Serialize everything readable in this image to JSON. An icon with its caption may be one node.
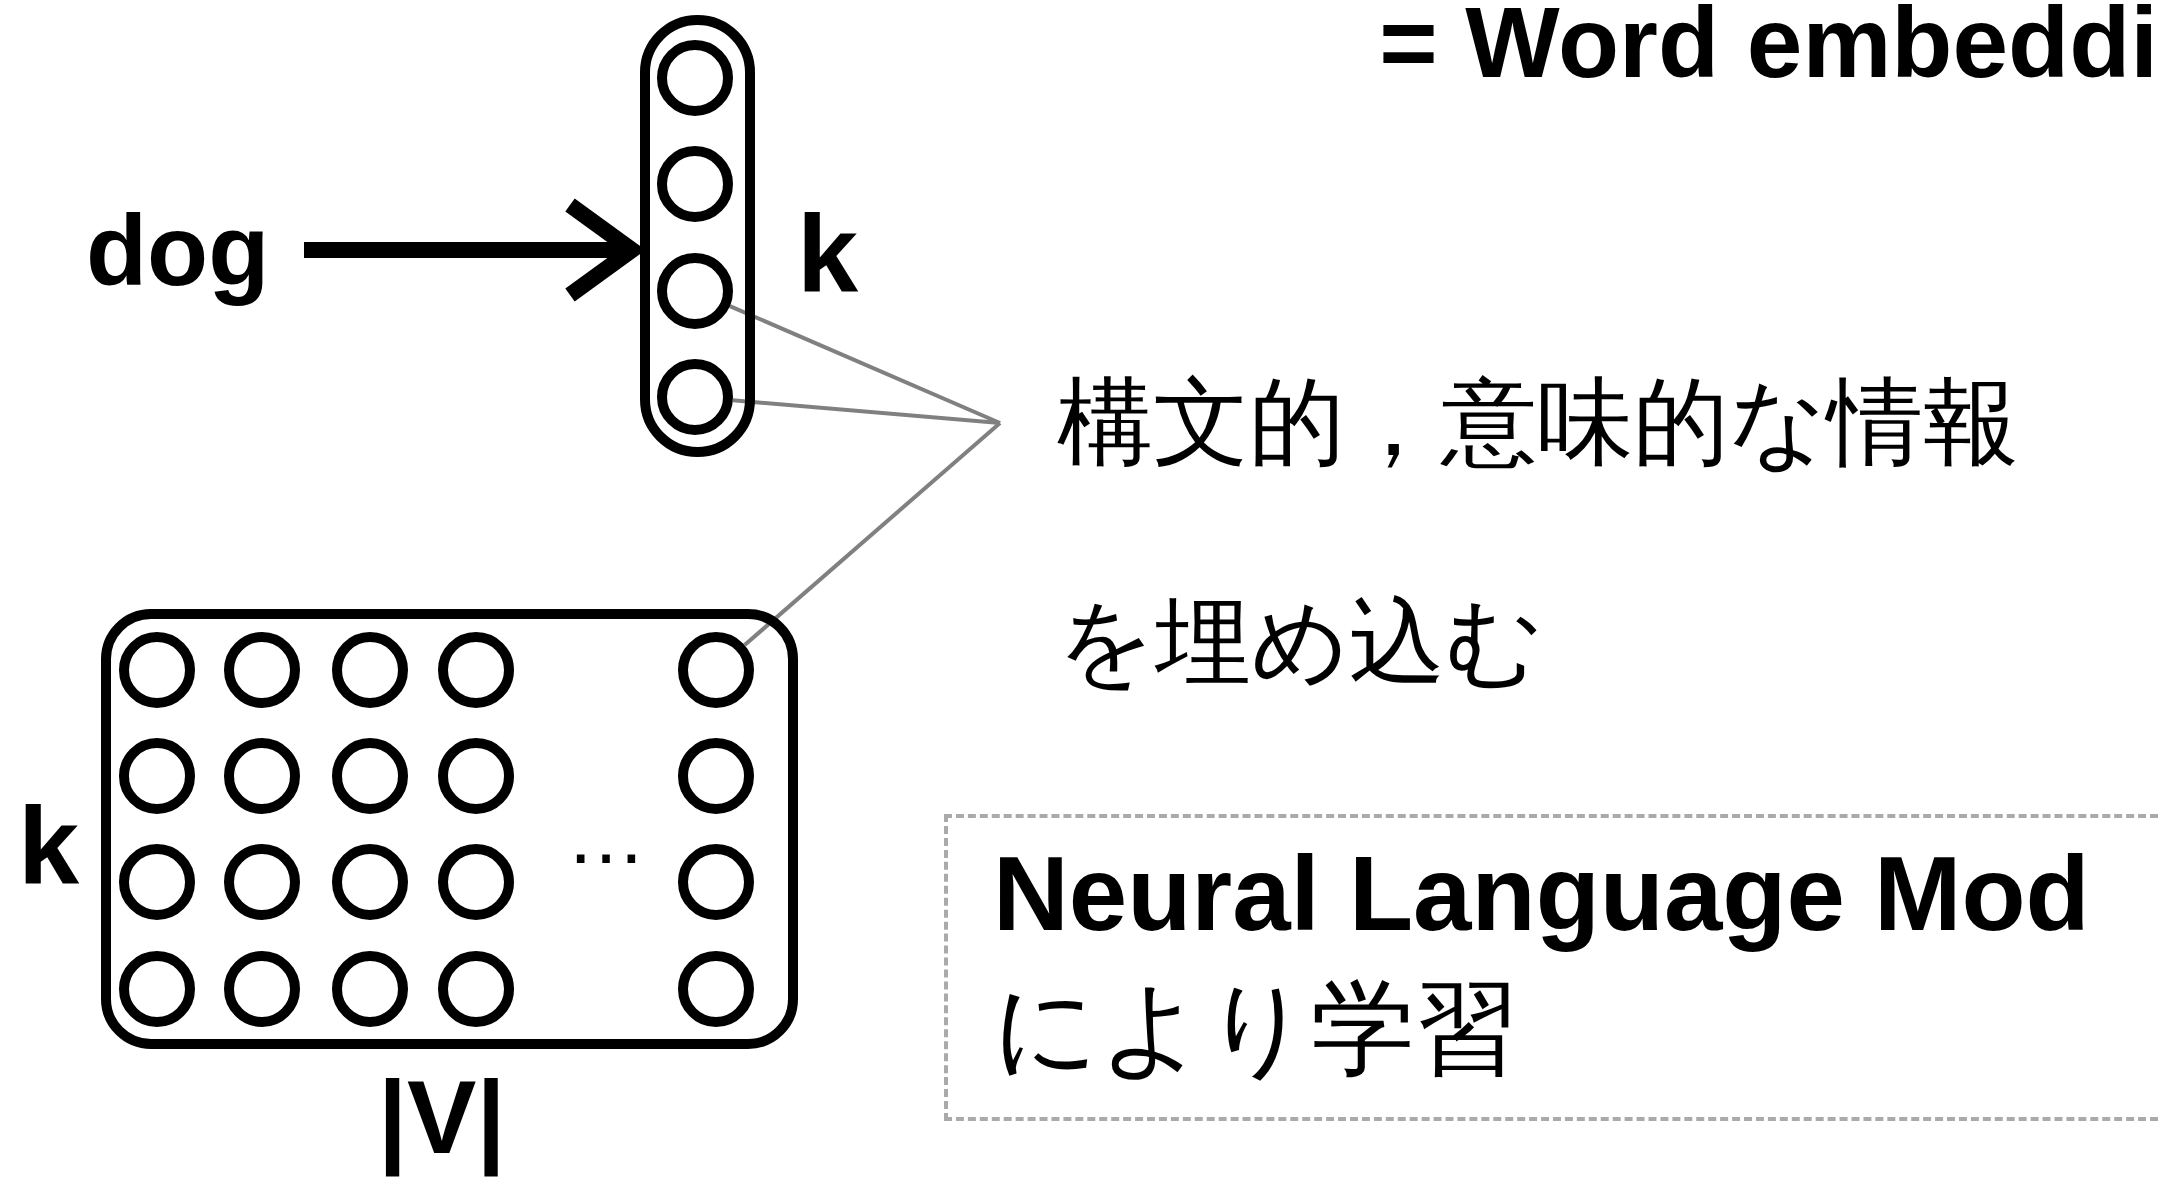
{
  "diagram": {
    "title": "= Word embeddi",
    "nodes": [
      {
        "text": [
          "dog"
        ]
      },
      {
        "text": [],
        "shape": "box"
      },
      {
        "text": [],
        "shape": "circle",
        "in": 1
      },
      {
        "text": [],
        "shape": "circle",
        "in": 1
      },
      {
        "text": [],
        "shape": "circle",
        "in": 1
      },
      {
        "text": [],
        "shape": "circle",
        "in": 1
      },
      {
        "text": [
          "構文的，意味的な情報を埋め込む"
        ]
      },
      {
        "text": [],
        "shape": "box"
      },
      {
        "text": [],
        "shape": "circle",
        "in": 7
      },
      {
        "text": [],
        "shape": "circle",
        "in": 7
      },
      {
        "text": [],
        "shape": "circle",
        "in": 7
      },
      {
        "text": [],
        "shape": "circle",
        "in": 7
      },
      {
        "text": [],
        "shape": "circle",
        "in": 7
      },
      {
        "text": [],
        "shape": "circle",
        "in": 7
      },
      {
        "text": [],
        "shape": "circle",
        "in": 7
      },
      {
        "text": [],
        "shape": "circle",
        "in": 7
      },
      {
        "text": [],
        "shape": "circle",
        "in": 7
      },
      {
        "text": [],
        "shape": "circle",
        "in": 7
      },
      {
        "text": [],
        "shape": "circle",
        "in": 7
      },
      {
        "text": [],
        "shape": "circle",
        "in": 7
      },
      {
        "text": [],
        "shape": "circle",
        "in": 7
      },
      {
        "text": [],
        "shape": "circle",
        "in": 7
      },
      {
        "text": [],
        "shape": "circle",
        "in": 7
      },
      {
        "text": [],
        "shape": "circle",
        "in": 7
      },
      {
        "text": [],
        "shape": "circle",
        "in": 7
      },
      {
        "text": [],
        "shape": "circle",
        "in": 7
      },
      {
        "text": [],
        "shape": "circle",
        "in": 7
      },
      {
        "text": [],
        "shape": "circle",
        "in": 7
      },
      {
        "text": [
          "Neural Language Mod",
          "により学習"
        ]
      }
    ],
    "edges": [
      {
        "from": 0,
        "to": 1,
        "arrow": "to",
        "style": "thick",
        "color": "#000000"
      },
      {
        "from": 6,
        "to": 4,
        "arrow": "none"
      },
      {
        "from": 6,
        "to": 5,
        "arrow": "none"
      },
      {
        "from": 6,
        "to": 12,
        "arrow": "none"
      }
    ],
    "labels": [
      "k",
      "k",
      "…",
      "|V|"
    ]
  }
}
